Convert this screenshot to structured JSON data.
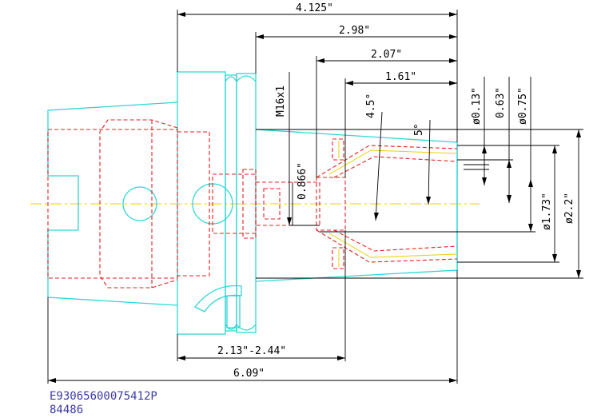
{
  "dimensions": {
    "d_4125": "4.125\"",
    "d_298": "2.98\"",
    "d_207": "2.07\"",
    "d_161": "1.61\"",
    "d_213_244": "2.13\"-2.44\"",
    "d_609": "6.09\"",
    "thread": "M16x1",
    "angle_45": "4.5°",
    "angle_5": "5°",
    "d_0866": "0.866\"",
    "dia_013": "ø0.13\"",
    "dia_063": "0.63\"",
    "dia_075": "ø0.75\"",
    "dia_173": "ø1.73\"",
    "dia_22": "ø2.2\""
  },
  "part_code": "E93065600075412P",
  "part_number": "84486",
  "colors": {
    "outline": "#2fd6d6",
    "hidden": "#e02020",
    "centerline": "#f0e000",
    "dimension": "#000000",
    "code_text": "#3a3aa8"
  }
}
